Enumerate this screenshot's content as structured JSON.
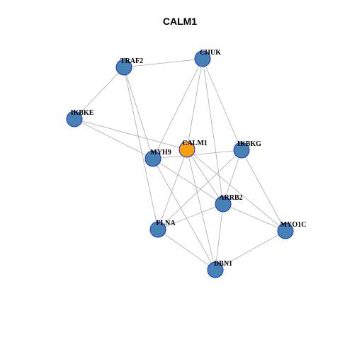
{
  "title": "CALM1",
  "colors": {
    "center_node": "#F5A00F",
    "node_fill": "#4682B4",
    "node_border": "#1F2FCB",
    "edge": "#AAAAAA"
  },
  "nodes": [
    {
      "id": "CALM1",
      "label": "CALM1",
      "center": true
    },
    {
      "id": "CHUK",
      "label": "CHUK"
    },
    {
      "id": "TRAF2",
      "label": "TRAF2"
    },
    {
      "id": "IKBKE",
      "label": "IKBKE"
    },
    {
      "id": "IKBKG",
      "label": "IKBKG"
    },
    {
      "id": "MYH9",
      "label": "MYH9"
    },
    {
      "id": "ARRB2",
      "label": "ARRB2"
    },
    {
      "id": "FLNA",
      "label": "FLNA"
    },
    {
      "id": "MYO1C",
      "label": "MYO1C"
    },
    {
      "id": "DBN1",
      "label": "DBN1"
    }
  ],
  "edges": [
    [
      "TRAF2",
      "CHUK"
    ],
    [
      "TRAF2",
      "IKBKE"
    ],
    [
      "TRAF2",
      "MYH9"
    ],
    [
      "TRAF2",
      "FLNA"
    ],
    [
      "CHUK",
      "MYH9"
    ],
    [
      "CHUK",
      "CALM1"
    ],
    [
      "CHUK",
      "IKBKG"
    ],
    [
      "CHUK",
      "ARRB2"
    ],
    [
      "IKBKE",
      "CALM1"
    ],
    [
      "IKBKE",
      "MYH9"
    ],
    [
      "MYH9",
      "IKBKG"
    ],
    [
      "MYH9",
      "ARRB2"
    ],
    [
      "MYH9",
      "DBN1"
    ],
    [
      "CALM1",
      "FLNA"
    ],
    [
      "CALM1",
      "ARRB2"
    ],
    [
      "CALM1",
      "DBN1"
    ],
    [
      "CALM1",
      "MYO1C"
    ],
    [
      "IKBKG",
      "FLNA"
    ],
    [
      "IKBKG",
      "ARRB2"
    ],
    [
      "IKBKG",
      "MYO1C"
    ],
    [
      "ARRB2",
      "FLNA"
    ],
    [
      "ARRB2",
      "MYO1C"
    ],
    [
      "ARRB2",
      "DBN1"
    ],
    [
      "FLNA",
      "DBN1"
    ],
    [
      "MYO1C",
      "DBN1"
    ]
  ]
}
